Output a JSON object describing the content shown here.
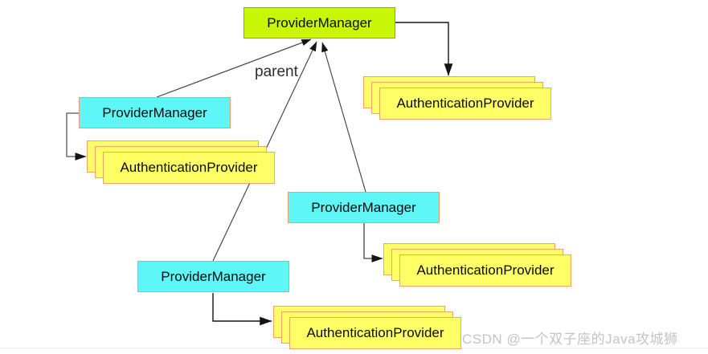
{
  "diagram": {
    "root_manager": {
      "label": "ProviderManager"
    },
    "root_providers": {
      "label": "AuthenticationProvider"
    },
    "left_branch": {
      "manager_label": "ProviderManager",
      "providers_label": "AuthenticationProvider"
    },
    "middle_branch": {
      "manager_label": "ProviderManager",
      "providers_label": "AuthenticationProvider"
    },
    "bottom_branch": {
      "manager_label": "ProviderManager",
      "providers_label": "AuthenticationProvider"
    },
    "parent_edge_label": "parent",
    "colors": {
      "root_fill": "#c9f604",
      "manager_fill": "#5ef6f6",
      "provider_fill": "#ffff66",
      "box_border": "#f0a465",
      "line": "#2a2a2a"
    }
  },
  "watermark": {
    "text": "CSDN @一个双子座的Java攻城狮"
  }
}
